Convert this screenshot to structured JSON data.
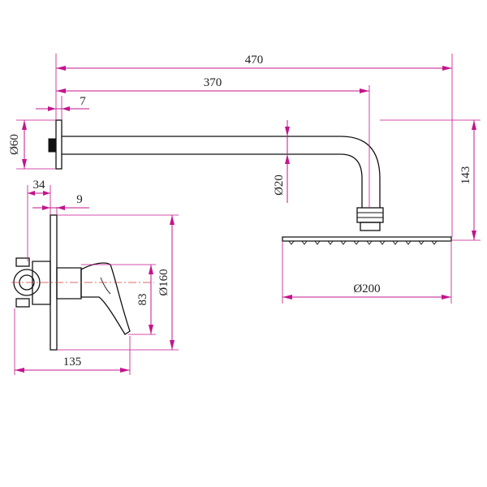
{
  "dimensions": {
    "overall_length": "470",
    "arm_length": "370",
    "flange_depth": "7",
    "flange_diameter": "Ø60",
    "arm_diameter": "Ø20",
    "overall_drop": "143",
    "head_diameter": "Ø200",
    "valve_depth": "34",
    "plate_offset": "9",
    "plate_diameter": "Ø160",
    "lever_height": "83",
    "valve_length": "135"
  },
  "colors": {
    "dimension_lines": "#c4148c",
    "outline": "#111111",
    "centerline": "#d23a3a"
  }
}
